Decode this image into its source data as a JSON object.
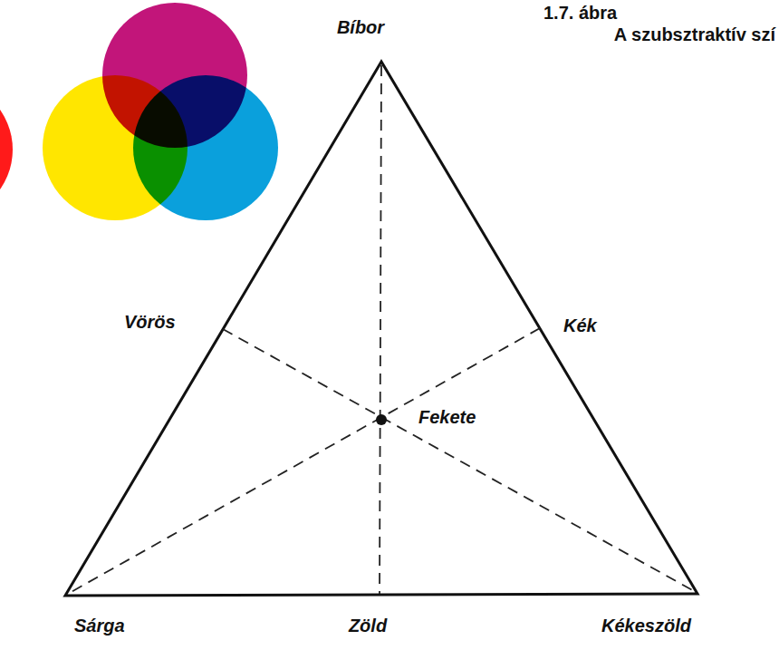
{
  "diagram": {
    "title": "1.7. ábra",
    "labels": [
      "A szubsztraktív szí",
      "Bíbor",
      "Vörös",
      "Kék",
      "Fekete",
      "Sárga",
      "Zöld",
      "Kékeszöld"
    ]
  }
}
